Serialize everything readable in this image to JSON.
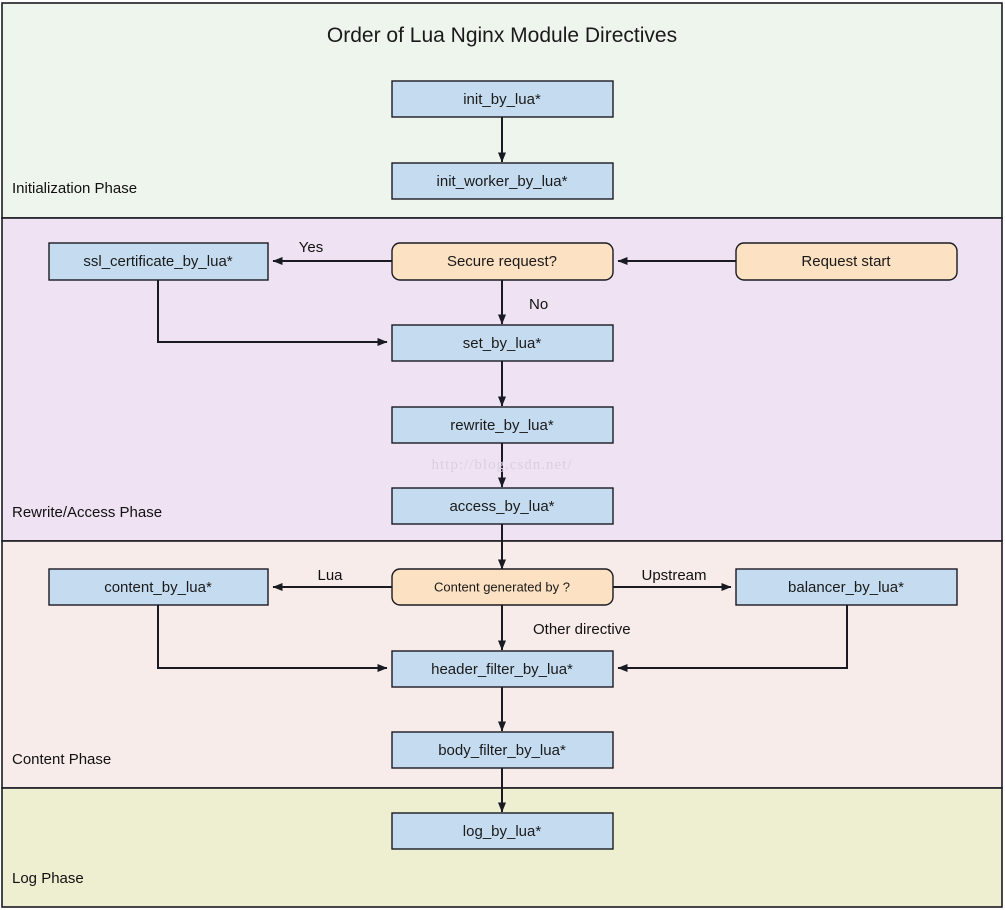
{
  "title": "Order of Lua Nginx Module Directives",
  "watermark": "http://blog.csdn.net/",
  "colors": {
    "process_fill": "#c5dcf0",
    "decision_fill": "#fce1c2",
    "stroke": "#1a1a22",
    "band_init": "#eef5ec",
    "band_rewrite": "#efe2f3",
    "band_content": "#f7ece9",
    "band_log": "#eeeed0",
    "page_bg": "#ffffff"
  },
  "bands": [
    {
      "id": "initialization",
      "label": "Initialization Phase",
      "fill": "#eef5ec"
    },
    {
      "id": "rewrite-access",
      "label": "Rewrite/Access Phase",
      "fill": "#efe2f3"
    },
    {
      "id": "content",
      "label": "Content Phase",
      "fill": "#f7ece9"
    },
    {
      "id": "log",
      "label": "Log Phase",
      "fill": "#eeeed0"
    }
  ],
  "nodes": [
    {
      "id": "init-by-lua",
      "label": "init_by_lua*",
      "shape": "rect",
      "fill": "#c5dcf0"
    },
    {
      "id": "init-worker-by-lua",
      "label": "init_worker_by_lua*",
      "shape": "rect",
      "fill": "#c5dcf0"
    },
    {
      "id": "request-start",
      "label": "Request start",
      "shape": "rounded",
      "fill": "#fce1c2"
    },
    {
      "id": "secure-request",
      "label": "Secure request?",
      "shape": "rounded",
      "fill": "#fce1c2"
    },
    {
      "id": "ssl-certificate-by-lua",
      "label": "ssl_certificate_by_lua*",
      "shape": "rect",
      "fill": "#c5dcf0"
    },
    {
      "id": "set-by-lua",
      "label": "set_by_lua*",
      "shape": "rect",
      "fill": "#c5dcf0"
    },
    {
      "id": "rewrite-by-lua",
      "label": "rewrite_by_lua*",
      "shape": "rect",
      "fill": "#c5dcf0"
    },
    {
      "id": "access-by-lua",
      "label": "access_by_lua*",
      "shape": "rect",
      "fill": "#c5dcf0"
    },
    {
      "id": "content-generated-by",
      "label": "Content generated by ?",
      "shape": "rounded",
      "fill": "#fce1c2"
    },
    {
      "id": "content-by-lua",
      "label": "content_by_lua*",
      "shape": "rect",
      "fill": "#c5dcf0"
    },
    {
      "id": "balancer-by-lua",
      "label": "balancer_by_lua*",
      "shape": "rect",
      "fill": "#c5dcf0"
    },
    {
      "id": "header-filter-by-lua",
      "label": "header_filter_by_lua*",
      "shape": "rect",
      "fill": "#c5dcf0"
    },
    {
      "id": "body-filter-by-lua",
      "label": "body_filter_by_lua*",
      "shape": "rect",
      "fill": "#c5dcf0"
    },
    {
      "id": "log-by-lua",
      "label": "log_by_lua*",
      "shape": "rect",
      "fill": "#c5dcf0"
    }
  ],
  "edge_labels": {
    "yes": "Yes",
    "no": "No",
    "lua": "Lua",
    "upstream": "Upstream",
    "other_directive": "Other directive"
  },
  "edges": [
    {
      "from": "init-by-lua",
      "to": "init-worker-by-lua",
      "label": ""
    },
    {
      "from": "request-start",
      "to": "secure-request",
      "label": ""
    },
    {
      "from": "secure-request",
      "to": "ssl-certificate-by-lua",
      "label": "Yes"
    },
    {
      "from": "secure-request",
      "to": "set-by-lua",
      "label": "No"
    },
    {
      "from": "ssl-certificate-by-lua",
      "to": "set-by-lua",
      "label": ""
    },
    {
      "from": "set-by-lua",
      "to": "rewrite-by-lua",
      "label": ""
    },
    {
      "from": "rewrite-by-lua",
      "to": "access-by-lua",
      "label": ""
    },
    {
      "from": "access-by-lua",
      "to": "content-generated-by",
      "label": ""
    },
    {
      "from": "content-generated-by",
      "to": "content-by-lua",
      "label": "Lua"
    },
    {
      "from": "content-generated-by",
      "to": "balancer-by-lua",
      "label": "Upstream"
    },
    {
      "from": "content-generated-by",
      "to": "header-filter-by-lua",
      "label": "Other directive"
    },
    {
      "from": "content-by-lua",
      "to": "header-filter-by-lua",
      "label": ""
    },
    {
      "from": "balancer-by-lua",
      "to": "header-filter-by-lua",
      "label": ""
    },
    {
      "from": "header-filter-by-lua",
      "to": "body-filter-by-lua",
      "label": ""
    },
    {
      "from": "body-filter-by-lua",
      "to": "log-by-lua",
      "label": ""
    }
  ]
}
